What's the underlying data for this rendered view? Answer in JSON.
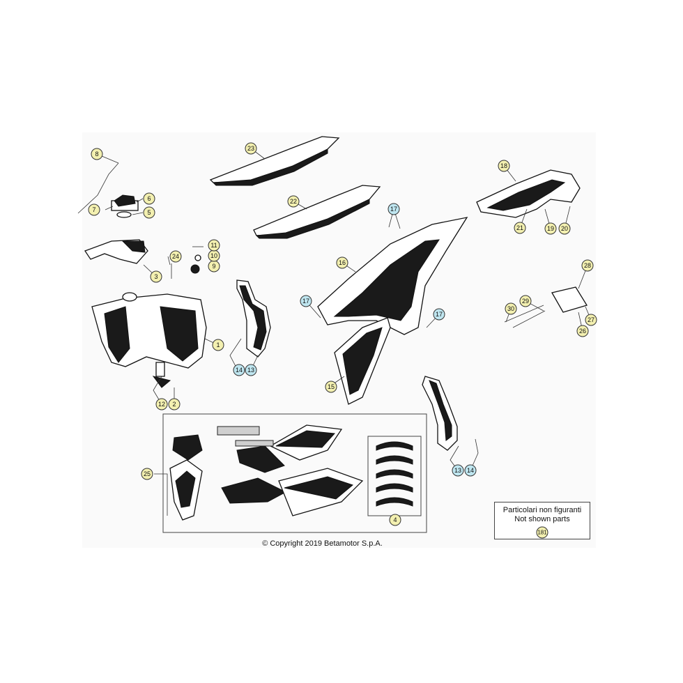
{
  "callouts": {
    "c1": "1",
    "c2": "2",
    "c3": "3",
    "c4": "4",
    "c5": "5",
    "c6": "6",
    "c7": "7",
    "c8": "8",
    "c9": "9",
    "c10": "10",
    "c11": "11",
    "c12": "12",
    "c13a": "13",
    "c13b": "13",
    "c14a": "14",
    "c14b": "14",
    "c15": "15",
    "c16": "16",
    "c17a": "17",
    "c17b": "17",
    "c17c": "17",
    "c18": "18",
    "c19": "19",
    "c20": "20",
    "c21": "21",
    "c22": "22",
    "c23": "23",
    "c24": "24",
    "c25": "25",
    "c26": "26",
    "c27": "27",
    "c28": "28",
    "c29": "29",
    "c30": "30",
    "c181": "181"
  },
  "colors": {
    "callout_yellow": "#f3f0b0",
    "callout_blue": "#bfe6f0"
  },
  "legend": {
    "line1": "Particolari non figuranti",
    "line2": "Not shown parts"
  },
  "copyright": "© Copyright 2019 Betamotor S.p.A."
}
